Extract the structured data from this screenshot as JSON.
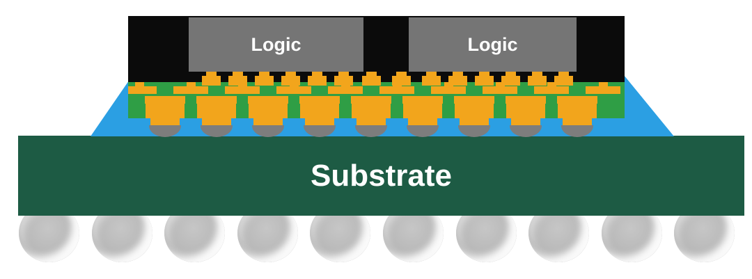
{
  "diagram": {
    "title_labels": {
      "die1": "Logic",
      "die2": "Logic",
      "substrate": "Substrate"
    },
    "colors": {
      "background": "#ffffff",
      "mold": "#0b0b0b",
      "die": "#757575",
      "die_text": "#ffffff",
      "rdl_green": "#2f9e45",
      "copper_orange": "#f2a51c",
      "underfill_blue": "#2b9fe3",
      "substrate_green": "#1d5b44",
      "substrate_text": "#ffffff",
      "bump_cap_gray": "#7d7d7d",
      "ball_gray": "#b8b8b8"
    },
    "counts": {
      "logic_dies": 2,
      "micro_bumps_per_die": 6,
      "gap_micro_bumps": 2,
      "rdl_trace_bars": 10,
      "c4_bumps": 9,
      "solder_balls": 10
    }
  }
}
